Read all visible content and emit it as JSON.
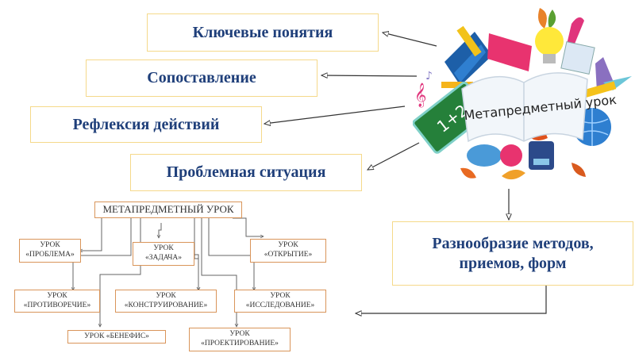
{
  "concepts": {
    "key_concepts": "Ключевые понятия",
    "comparison": "Сопоставление",
    "reflection": "Рефлексия действий",
    "problem_situation": "Проблемная ситуация",
    "variety": "Разнообразие методов, приемов, форм"
  },
  "emblem": {
    "label": "Метапредметный урок",
    "board_text": "1+2"
  },
  "scheme": {
    "title": "МЕТАПРЕДМЕТНЫЙ УРОК",
    "lessons": [
      {
        "line1": "УРОК",
        "line2": "«ПРОБЛЕМА»"
      },
      {
        "line1": "УРОК",
        "line2": "«ЗАДАЧА»"
      },
      {
        "line1": "УРОК",
        "line2": "«ОТКРЫТИЕ»"
      },
      {
        "line1": "УРОК",
        "line2": "«ПРОТИВОРЕЧИЕ»"
      },
      {
        "line1": "УРОК",
        "line2": "«КОНСТРУИРОВАНИЕ»"
      },
      {
        "line1": "УРОК",
        "line2": "«ИССЛЕДОВАНИЕ»"
      },
      {
        "line1": "УРОК «БЕНЕФИС»",
        "line2": ""
      },
      {
        "line1": "УРОК",
        "line2": "«ПРОЕКТИРОВАНИЕ»"
      }
    ]
  },
  "colors": {
    "concept_text": "#1f3f7a",
    "concept_border": "#f5d98a",
    "scheme_border": "#d9955a"
  }
}
